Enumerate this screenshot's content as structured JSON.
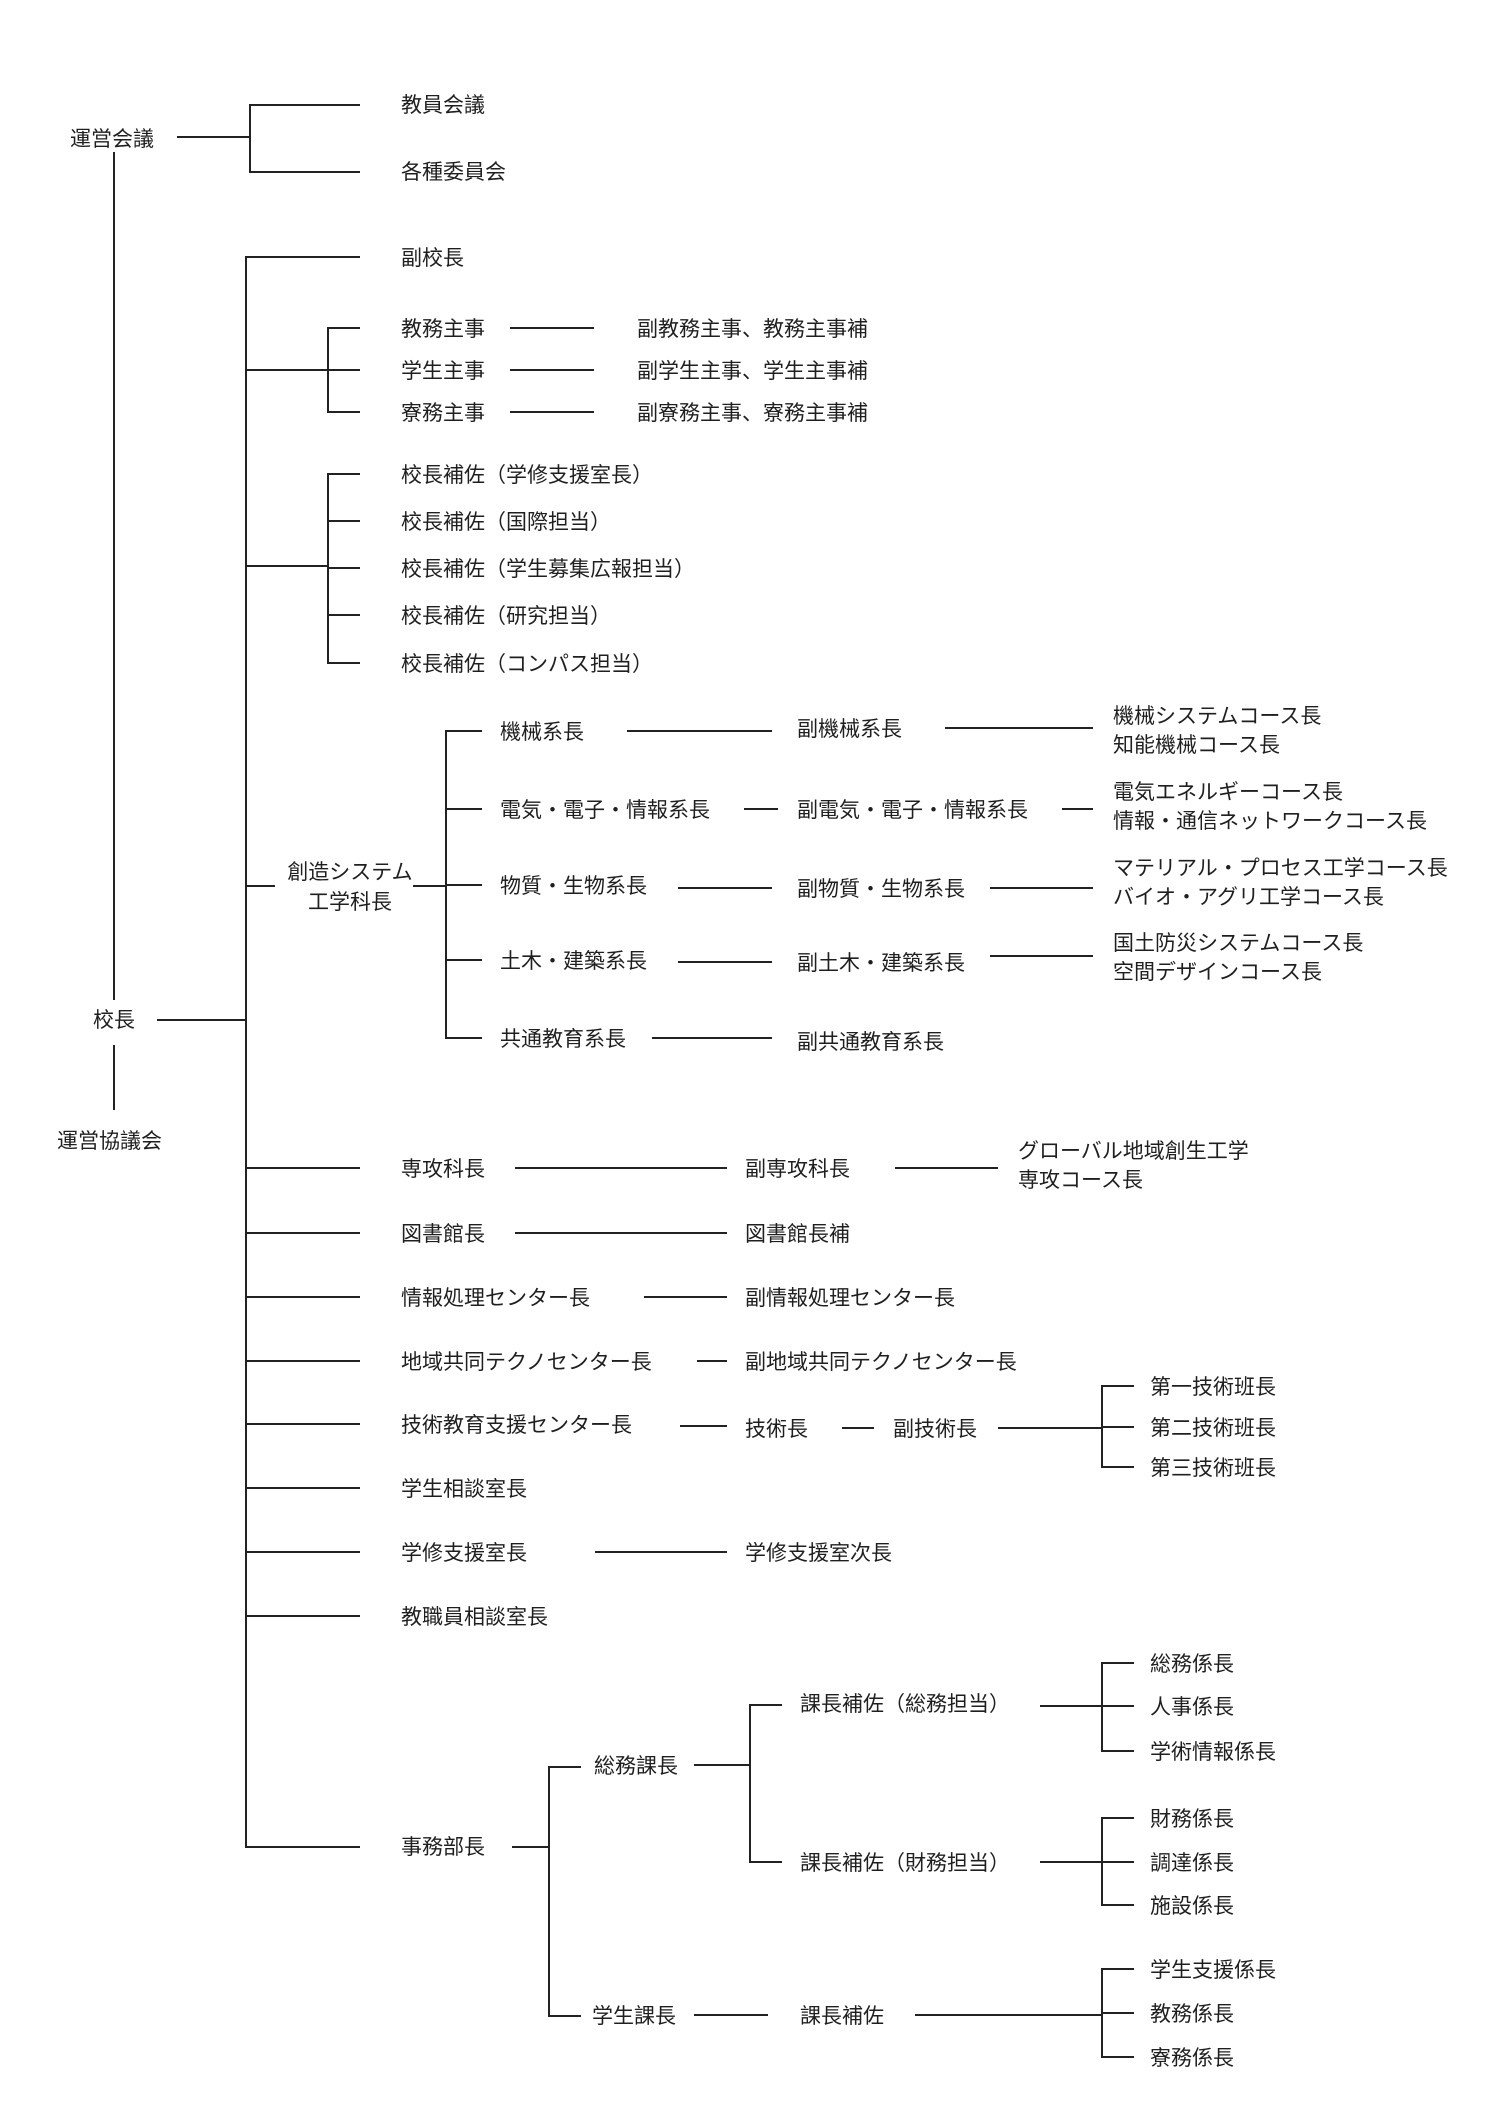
{
  "top": {
    "unei_kaigi": "運営会議",
    "kyoin_kaigi": "教員会議",
    "iinkai": "各種委員会",
    "kocho": "校長",
    "unei_kyogikai": "運営協議会"
  },
  "fuku_kocho": "副校長",
  "shuji": [
    {
      "title": "教務主事",
      "sub": "副教務主事、教務主事補"
    },
    {
      "title": "学生主事",
      "sub": "副学生主事、学生主事補"
    },
    {
      "title": "寮務主事",
      "sub": "副寮務主事、寮務主事補"
    }
  ],
  "hosa": [
    "校長補佐（学修支援室長）",
    "校長補佐（国際担当）",
    "校長補佐（学生募集広報担当）",
    "校長補佐（研究担当）",
    "校長補佐（コンパス担当）"
  ],
  "sozo": {
    "title_line1": "創造システム",
    "title_line2": "工学科長",
    "kei": [
      {
        "title": "機械系長",
        "sub": "副機械系長",
        "courses": [
          "機械システムコース長",
          "知能機械コース長"
        ]
      },
      {
        "title": "電気・電子・情報系長",
        "sub": "副電気・電子・情報系長",
        "courses": [
          "電気エネルギーコース長",
          "情報・通信ネットワークコース長"
        ]
      },
      {
        "title": "物質・生物系長",
        "sub": "副物質・生物系長",
        "courses": [
          "マテリアル・プロセス工学コース長",
          "バイオ・アグリ工学コース長"
        ]
      },
      {
        "title": "土木・建築系長",
        "sub": "副土木・建築系長",
        "courses": [
          "国土防災システムコース長",
          "空間デザインコース長"
        ]
      },
      {
        "title": "共通教育系長",
        "sub": "副共通教育系長",
        "courses": []
      }
    ]
  },
  "senko": {
    "title": "専攻科長",
    "sub": "副専攻科長",
    "course_line1": "グローバル地域創生工学",
    "course_line2": "専攻コース長"
  },
  "tosho": {
    "title": "図書館長",
    "sub": "図書館長補"
  },
  "joho": {
    "title": "情報処理センター長",
    "sub": "副情報処理センター長"
  },
  "chiiki": {
    "title": "地域共同テクノセンター長",
    "sub": "副地域共同テクノセンター長"
  },
  "gijutsu": {
    "title": "技術教育支援センター長",
    "chief": "技術長",
    "sub": "副技術長",
    "han": [
      "第一技術班長",
      "第二技術班長",
      "第三技術班長"
    ]
  },
  "gakusei_sodan": "学生相談室長",
  "gakushu": {
    "title": "学修支援室長",
    "sub": "学修支援室次長"
  },
  "kyoshokuin_sodan": "教職員相談室長",
  "jimu": {
    "title": "事務部長",
    "somu": {
      "title": "総務課長",
      "hosa_somu": {
        "title": "課長補佐（総務担当）",
        "kakari": [
          "総務係長",
          "人事係長",
          "学術情報係長"
        ]
      },
      "hosa_zaimu": {
        "title": "課長補佐（財務担当）",
        "kakari": [
          "財務係長",
          "調達係長",
          "施設係長"
        ]
      }
    },
    "gakusei": {
      "title": "学生課長",
      "hosa": "課長補佐",
      "kakari": [
        "学生支援係長",
        "教務係長",
        "寮務係長"
      ]
    }
  }
}
